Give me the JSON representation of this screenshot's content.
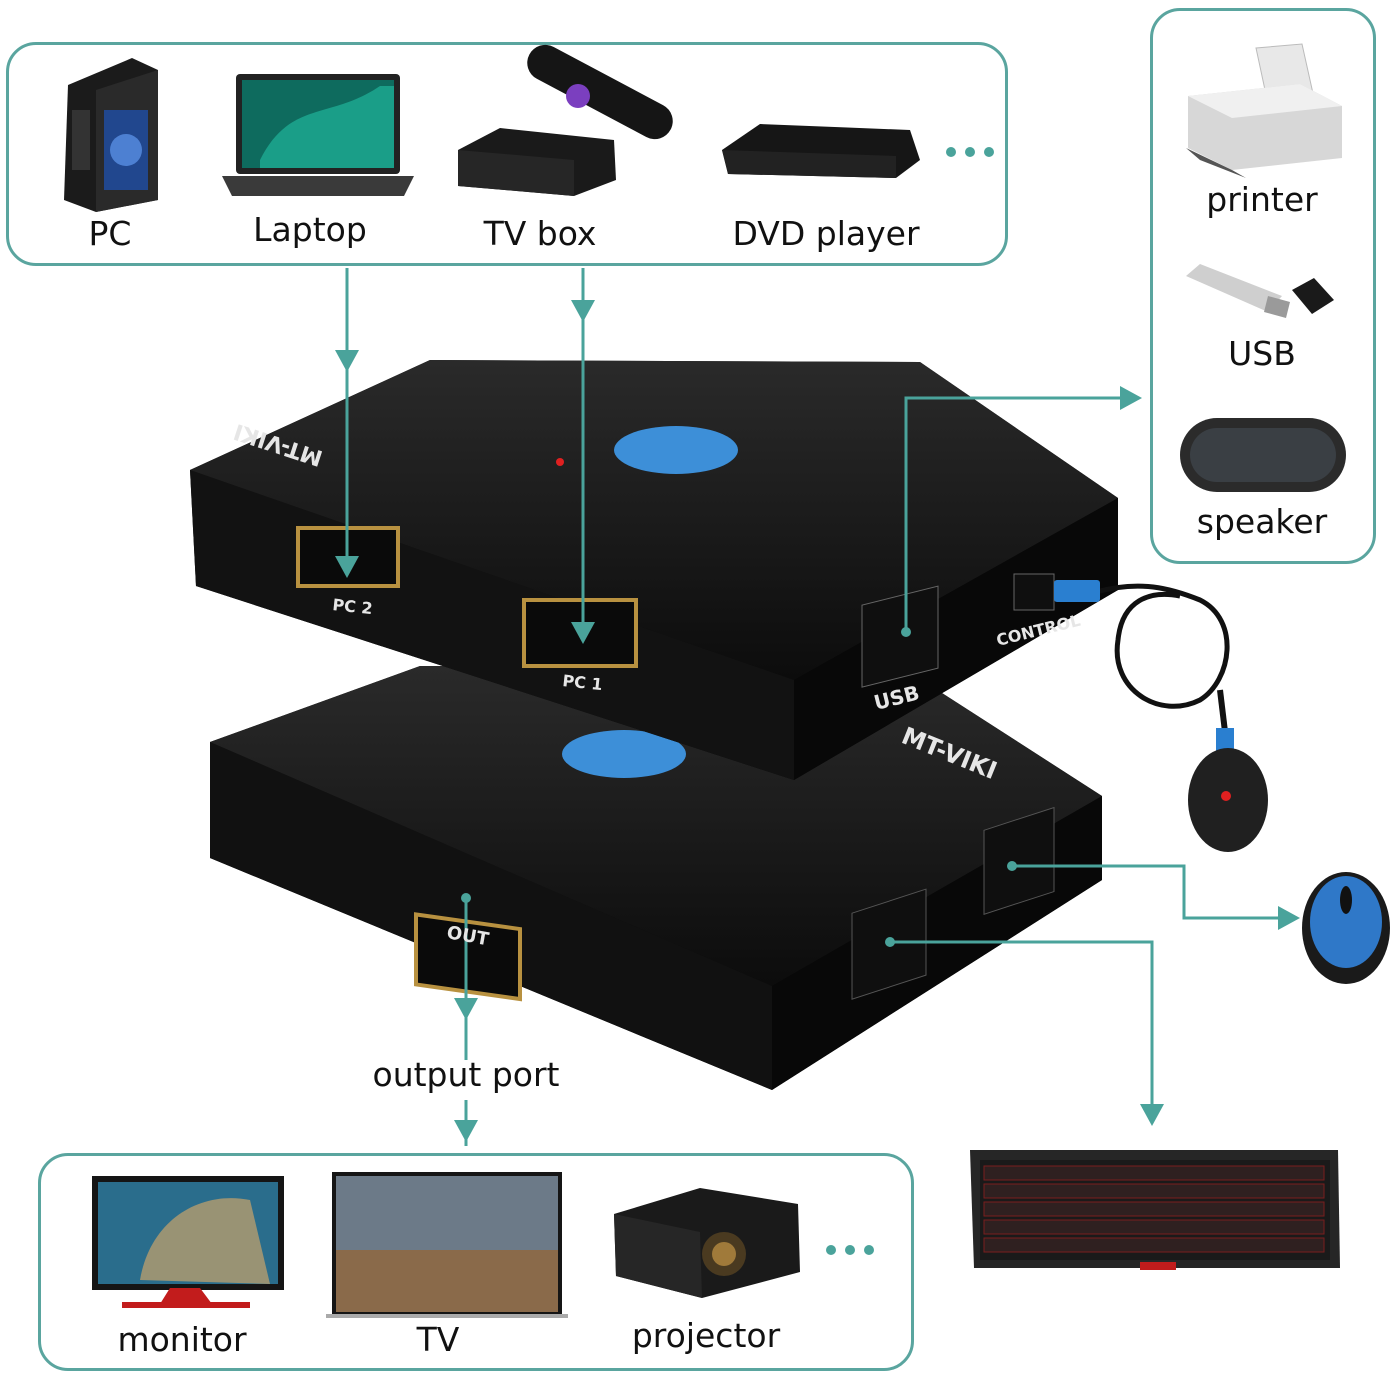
{
  "sources": {
    "items": [
      {
        "label": "PC",
        "icon": "desktop-pc-icon"
      },
      {
        "label": "Laptop",
        "icon": "laptop-icon"
      },
      {
        "label": "TV box",
        "icon": "tv-box-icon"
      },
      {
        "label": "DVD player",
        "icon": "dvd-player-icon"
      }
    ]
  },
  "peripherals": {
    "items": [
      {
        "label": "printer",
        "icon": "printer-icon"
      },
      {
        "label": "USB",
        "icon": "usb-drive-icon"
      },
      {
        "label": "speaker",
        "icon": "speaker-icon"
      }
    ]
  },
  "outputs": {
    "items": [
      {
        "label": "monitor",
        "icon": "monitor-icon"
      },
      {
        "label": "TV",
        "icon": "tv-icon"
      },
      {
        "label": "projector",
        "icon": "projector-icon"
      }
    ]
  },
  "output_port_label": "output port",
  "device": {
    "brand": "MT-VIKI",
    "ports": {
      "pc2": "PC 2",
      "pc1": "PC 1",
      "usb": "USB",
      "control": "CONTROL",
      "out": "OUT"
    }
  },
  "colors": {
    "accent": "#5aa59f",
    "arrow": "#4aa39b",
    "button": "#3d8fd8",
    "device": "#141414"
  }
}
